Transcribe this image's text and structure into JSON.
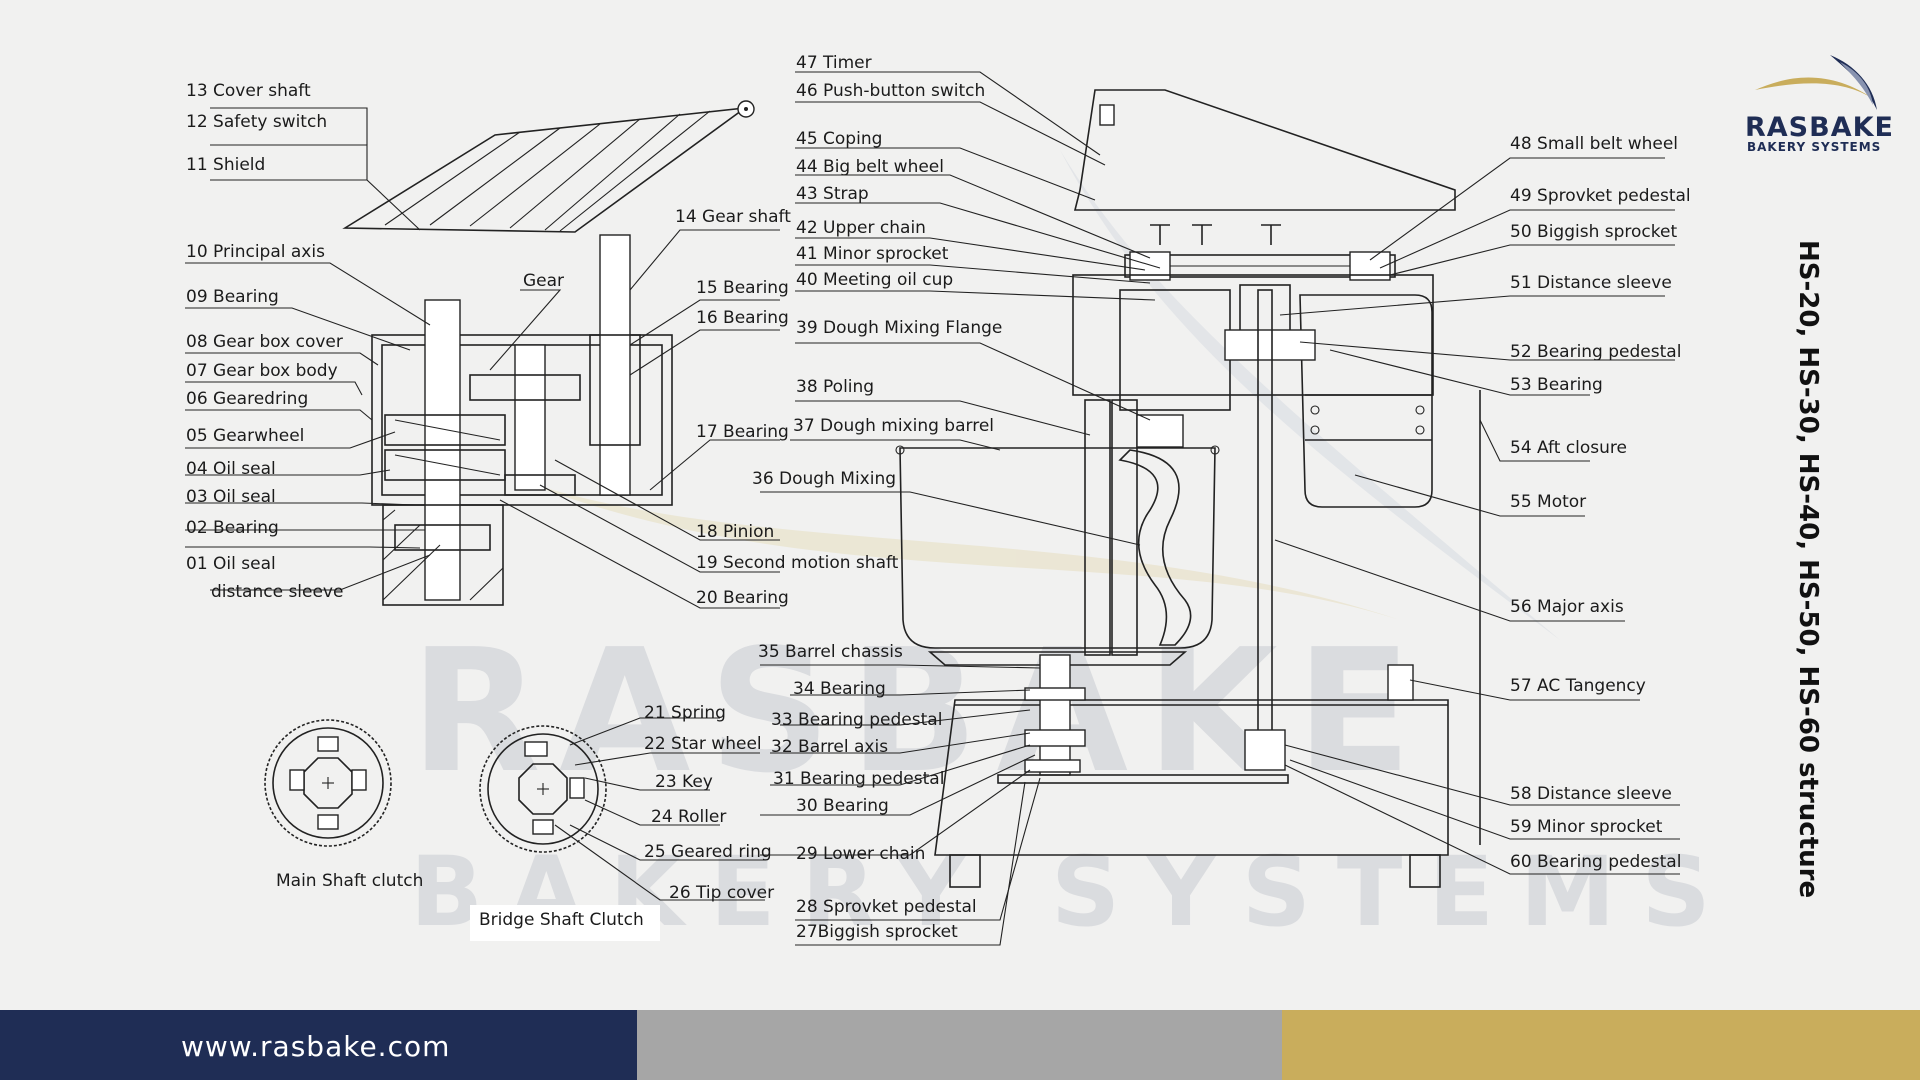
{
  "logo": {
    "name": "RASBAKE",
    "tagline": "BAKERY SYSTEMS"
  },
  "watermark": {
    "line1": "RASBAKE",
    "line2": "BAKERY SYSTEMS"
  },
  "title": "HS-20, HS-30, HS-40, HS-50, HS-60 structure",
  "footer": {
    "url": "www.rasbake.com"
  },
  "colors": {
    "navy": "#1f2d55",
    "gray": "#a6a6a6",
    "gold": "#c9ad5c"
  },
  "gearbox_labels": {
    "l13": "13 Cover shaft",
    "l12": "12 Safety switch",
    "l11": "11 Shield",
    "l10": "10 Principal axis",
    "l09": "09 Bearing",
    "l08": "08 Gear box cover",
    "l07": "07 Gear box body",
    "l06": "06 Gearedring",
    "l05": "05 Gearwheel",
    "l04": "04 Oil seal",
    "l03": "03 Oil seal",
    "l02": "02 Bearing",
    "l01": "01 Oil seal",
    "l01b": "distance sleeve",
    "gear": "Gear",
    "l14": "14 Gear shaft",
    "l15": "15 Bearing",
    "l16": "16 Bearing",
    "l17": "17 Bearing",
    "l18": "18 Pinion",
    "l19": "19 Second motion shaft",
    "l20": "20 Bearing"
  },
  "clutch_labels": {
    "main": "Main Shaft clutch",
    "bridge": "Bridge Shaft Clutch",
    "l21": "21 Spring",
    "l22": "22 Star wheel",
    "l23": "23 Key",
    "l24": "24 Roller",
    "l25": "25 Geared ring",
    "l26": "26 Tip cover"
  },
  "mixer_left_labels": {
    "l47": "47 Timer",
    "l46": "46 Push-button switch",
    "l45": "45 Coping",
    "l44": "44 Big belt wheel",
    "l43": "43 Strap",
    "l42": "42 Upper chain",
    "l41": "41 Minor sprocket",
    "l40": "40 Meeting oil cup",
    "l39": "39 Dough Mixing Flange",
    "l38": "38 Poling",
    "l37": "37 Dough mixing barrel",
    "l36": "36 Dough Mixing",
    "l35": "35 Barrel chassis",
    "l34": "34 Bearing",
    "l33": "33 Bearing pedestal",
    "l32": "32 Barrel axis",
    "l31": "31 Bearing pedestal",
    "l30": "30 Bearing",
    "l29": "29 Lower chain",
    "l28": "28 Sprovket pedestal",
    "l27": "27Biggish sprocket"
  },
  "mixer_right_labels": {
    "l48": "48 Small belt wheel",
    "l49": "49 Sprovket pedestal",
    "l50": "50 Biggish sprocket",
    "l51": "51 Distance sleeve",
    "l52": "52 Bearing pedestal",
    "l53": "53 Bearing",
    "l54": "54 Aft closure",
    "l55": "55 Motor",
    "l56": "56 Major axis",
    "l57": "57 AC Tangency",
    "l58": "58 Distance sleeve",
    "l59": "59 Minor sprocket",
    "l60": "60 Bearing pedestal"
  }
}
